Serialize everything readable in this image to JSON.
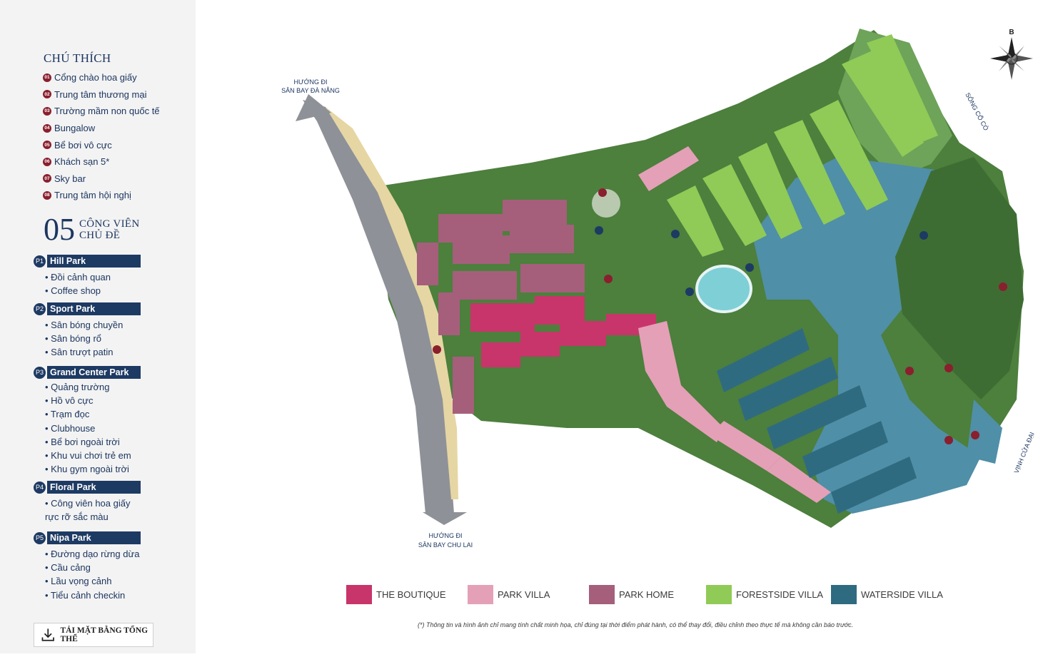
{
  "legend": {
    "title": "CHÚ THÍCH",
    "items": [
      {
        "num": "01",
        "label": "Cổng chào hoa giấy"
      },
      {
        "num": "02",
        "label": "Trung tâm thương mại"
      },
      {
        "num": "03",
        "label": "Trường mầm non quốc tế"
      },
      {
        "num": "04",
        "label": "Bungalow"
      },
      {
        "num": "05",
        "label": "Bể bơi vô cực"
      },
      {
        "num": "06",
        "label": "Khách sạn 5*"
      },
      {
        "num": "07",
        "label": "Sky bar"
      },
      {
        "num": "08",
        "label": "Trung tâm hội nghị"
      }
    ]
  },
  "parks": {
    "count": "05",
    "label_line1": "CÔNG VIÊN",
    "label_line2": "CHỦ ĐỀ",
    "items": [
      {
        "code": "P1",
        "name": "Hill Park",
        "features": [
          "• Đồi cảnh quan",
          "• Coffee shop"
        ]
      },
      {
        "code": "P2",
        "name": "Sport Park",
        "features": [
          "• Sân bóng chuyền",
          "• Sân bóng rổ",
          "• Sân trượt patin"
        ]
      },
      {
        "code": "P3",
        "name": "Grand Center Park",
        "features": [
          "• Quảng trường",
          "• Hồ vô cực",
          "• Trạm đọc",
          "• Clubhouse",
          "• Bể bơi ngoài trời",
          "• Khu vui chơi trẻ em",
          "• Khu gym ngoài trời"
        ]
      },
      {
        "code": "P4",
        "name": "Floral Park",
        "features": [
          "• Công viên hoa giấy",
          "rực rỡ sắc màu"
        ]
      },
      {
        "code": "P5",
        "name": "Nipa Park",
        "features": [
          "• Đường dạo rừng dừa",
          "• Cầu cảng",
          "• Lầu vọng cảnh",
          "• Tiểu cảnh checkin"
        ]
      }
    ]
  },
  "download": {
    "label": "TẢI MẶT BẰNG TỔNG THỂ"
  },
  "map": {
    "north_label": "B",
    "dir_top_line1": "HƯỚNG ĐI",
    "dir_top_line2": "SÂN BAY ĐÀ NẴNG",
    "dir_bottom_line1": "HƯỚNG ĐI",
    "dir_bottom_line2": "SÂN BAY CHU LAI",
    "river_label": "SÔNG CỔ CÒ",
    "bay_label": "VỊNH CỬA ĐẠI"
  },
  "lot_types": [
    {
      "label": "THE BOUTIQUE",
      "color": "#c8356a"
    },
    {
      "label": "PARK VILLA",
      "color": "#e4a0b7"
    },
    {
      "label": "PARK HOME",
      "color": "#a55f7b"
    },
    {
      "label": "FORESTSIDE VILLA",
      "color": "#8fcb56"
    },
    {
      "label": "WATERSIDE VILLA",
      "color": "#2f6b80"
    }
  ],
  "disclaimer": "(*) Thông tin và hình ảnh chỉ mang tính chất minh họa, chỉ đúng tại thời điểm phát hành, có thể thay đổi, điều chỉnh theo thực tế mà không cần báo trước."
}
